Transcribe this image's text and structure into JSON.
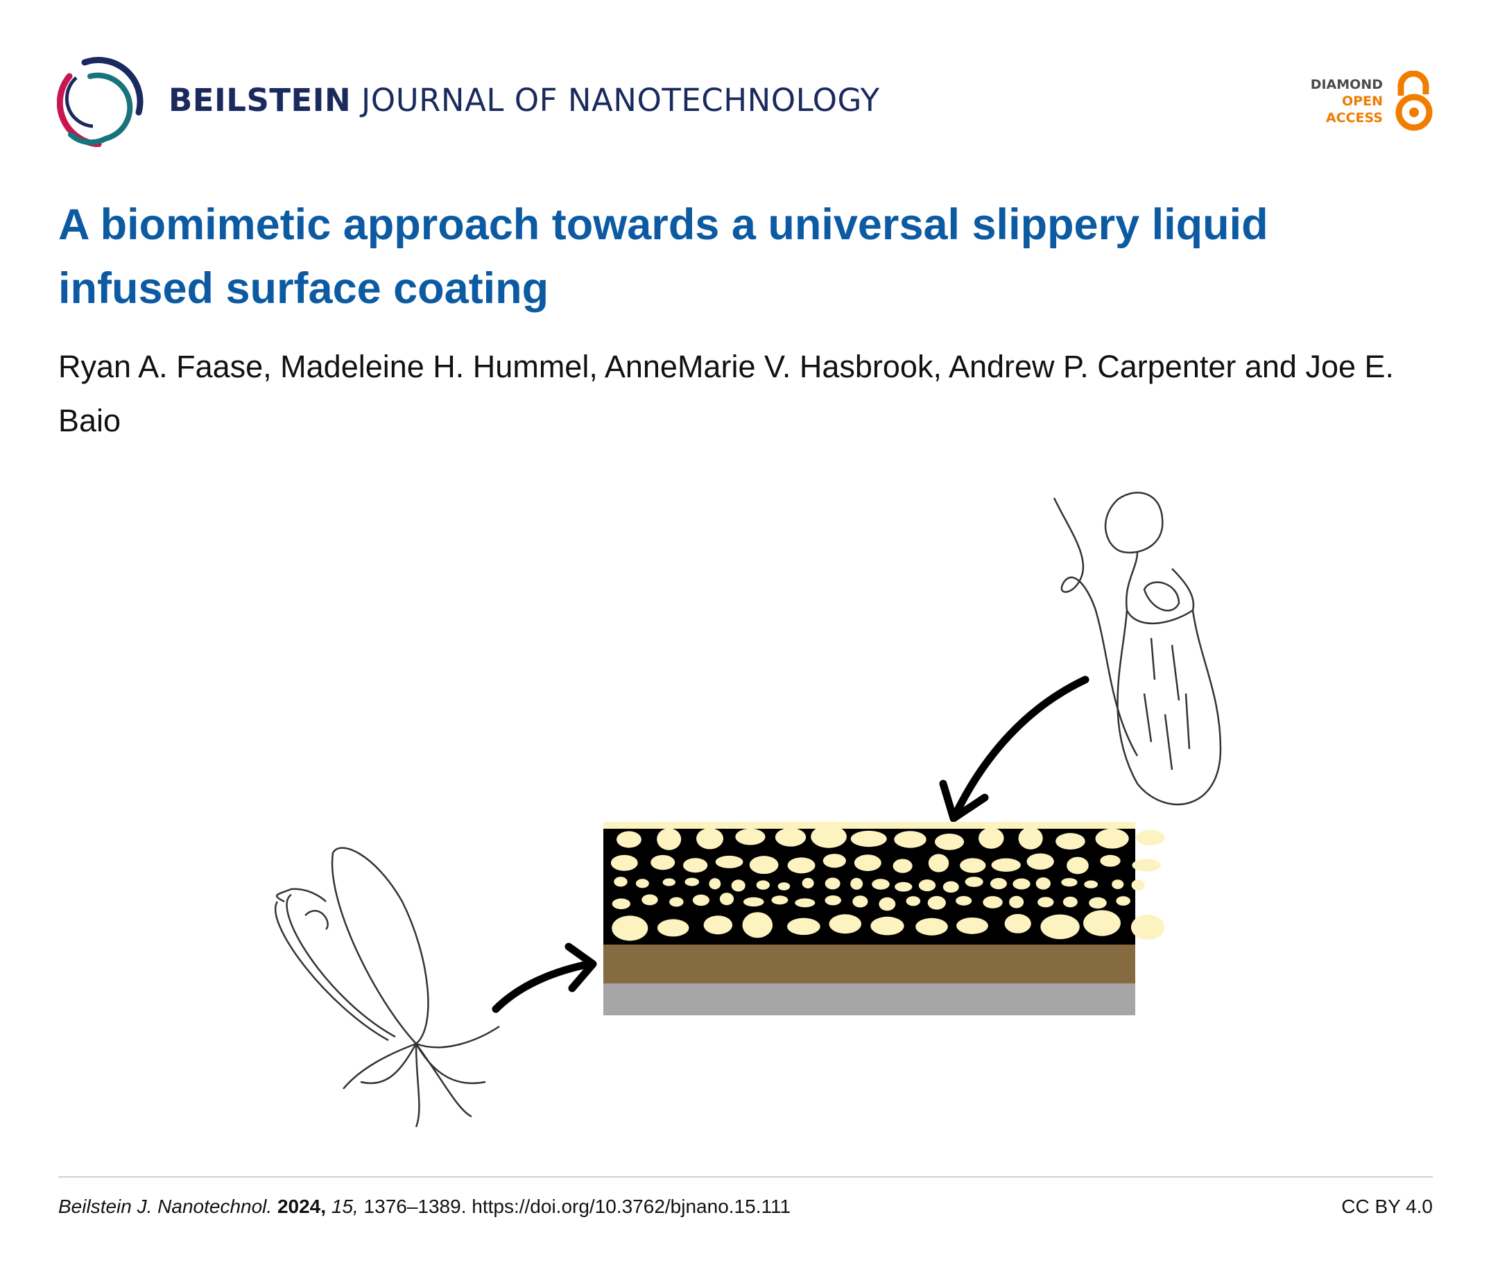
{
  "header": {
    "journal_bold": "BEILSTEIN",
    "journal_rest": "JOURNAL OF NANOTECHNOLOGY",
    "badge": {
      "line1": "DIAMOND",
      "line2": "OPEN",
      "line3": "ACCESS"
    }
  },
  "article": {
    "title": "A biomimetic approach towards a universal slippery liquid infused surface coating",
    "authors": "Ryan A. Faase, Madeleine H. Hummel, AnneMarie V. Hasbrook, Andrew P. Carpenter and Joe E. Baio"
  },
  "footer": {
    "journal_abbrev": "Beilstein J. Nanotechnol.",
    "year": "2024,",
    "volume": "15,",
    "pages_doi": "1376–1389. https://doi.org/10.3762/bjnano.15.111",
    "license": "CC BY 4.0"
  },
  "colors": {
    "title": "#0b5aa2",
    "journal": "#1b2a5e",
    "open_access": "#f07c00",
    "logo_red": "#c8174f",
    "logo_teal": "#17737c",
    "layer_cream": "#fdf3c0",
    "layer_brown": "#866a40",
    "layer_gray": "#a6a6a6"
  }
}
